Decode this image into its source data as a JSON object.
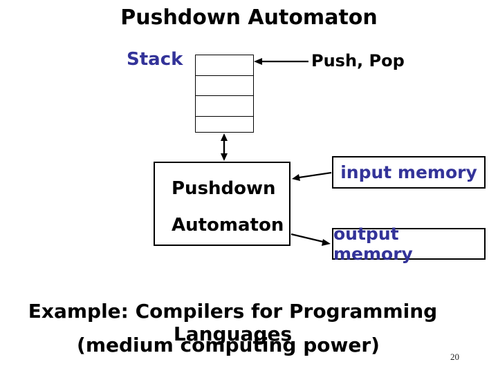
{
  "slide": {
    "title": "Pushdown Automaton",
    "page_number": "20",
    "colors": {
      "accent_blue": "#333399",
      "text_black": "#000000",
      "background": "#ffffff"
    },
    "diagram": {
      "stack_label": "Stack",
      "stack_cell_count": 4,
      "push_pop_label": "Push, Pop",
      "automaton_box": {
        "line1": "Pushdown",
        "line2": "Automaton"
      },
      "input_memory_label": "input memory",
      "output_memory_label": "output memory",
      "arrows": [
        "push-pop-to-stack",
        "stack-automaton-bidirectional",
        "input-memory-to-automaton",
        "automaton-to-output-memory"
      ]
    },
    "example_line1": "Example: Compilers for Programming Languages",
    "example_line2": "(medium computing power)"
  }
}
